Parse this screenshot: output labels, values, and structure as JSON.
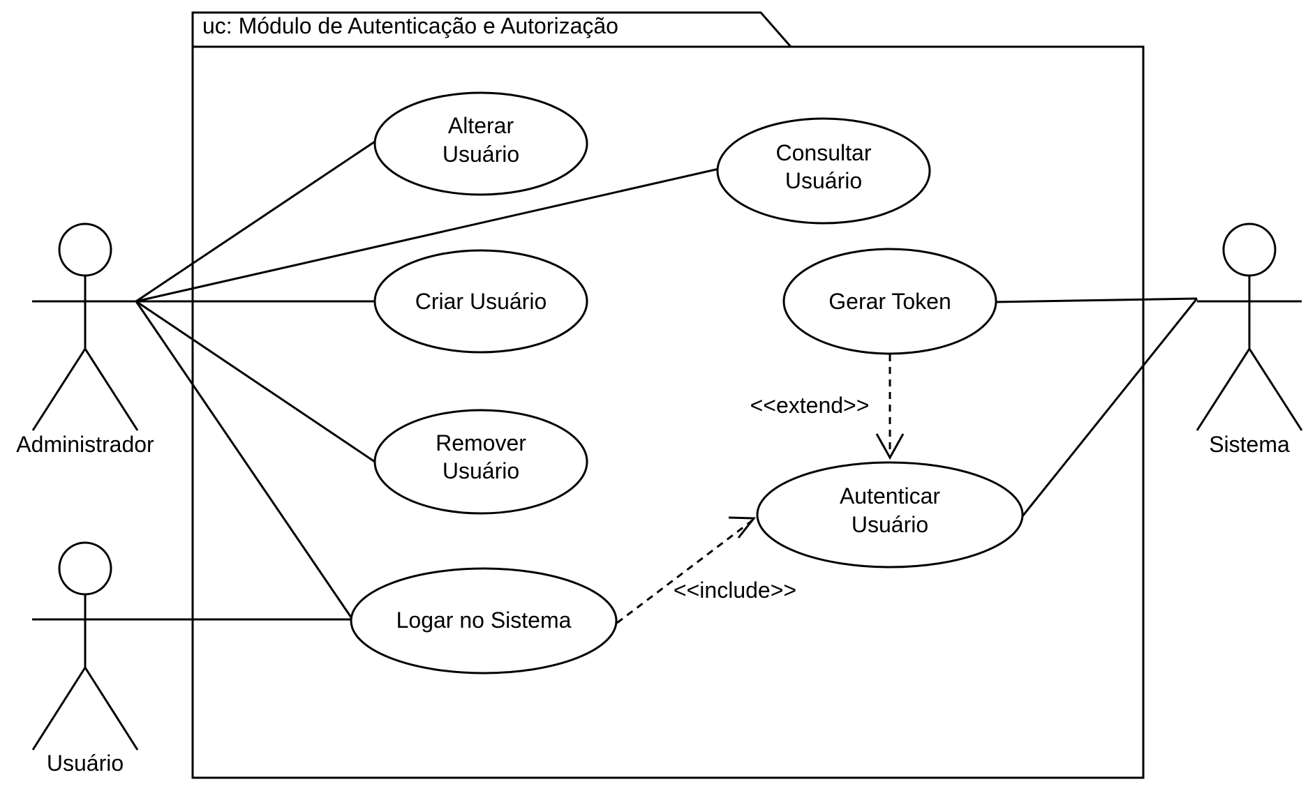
{
  "frame": {
    "title": "uc: Módulo de Autenticação e Autorização"
  },
  "actors": {
    "administrador": "Administrador",
    "usuario": "Usuário",
    "sistema": "Sistema"
  },
  "use_cases": {
    "alterar": [
      "Alterar",
      "Usuário"
    ],
    "consultar": [
      "Consultar",
      "Usuário"
    ],
    "criar": [
      "Criar Usuário"
    ],
    "gerar_token": [
      "Gerar Token"
    ],
    "remover": [
      "Remover",
      "Usuário"
    ],
    "autenticar": [
      "Autenticar",
      "Usuário"
    ],
    "logar": [
      "Logar no Sistema"
    ]
  },
  "relations": {
    "extend": "<<extend>>",
    "include": "<<include>>"
  }
}
